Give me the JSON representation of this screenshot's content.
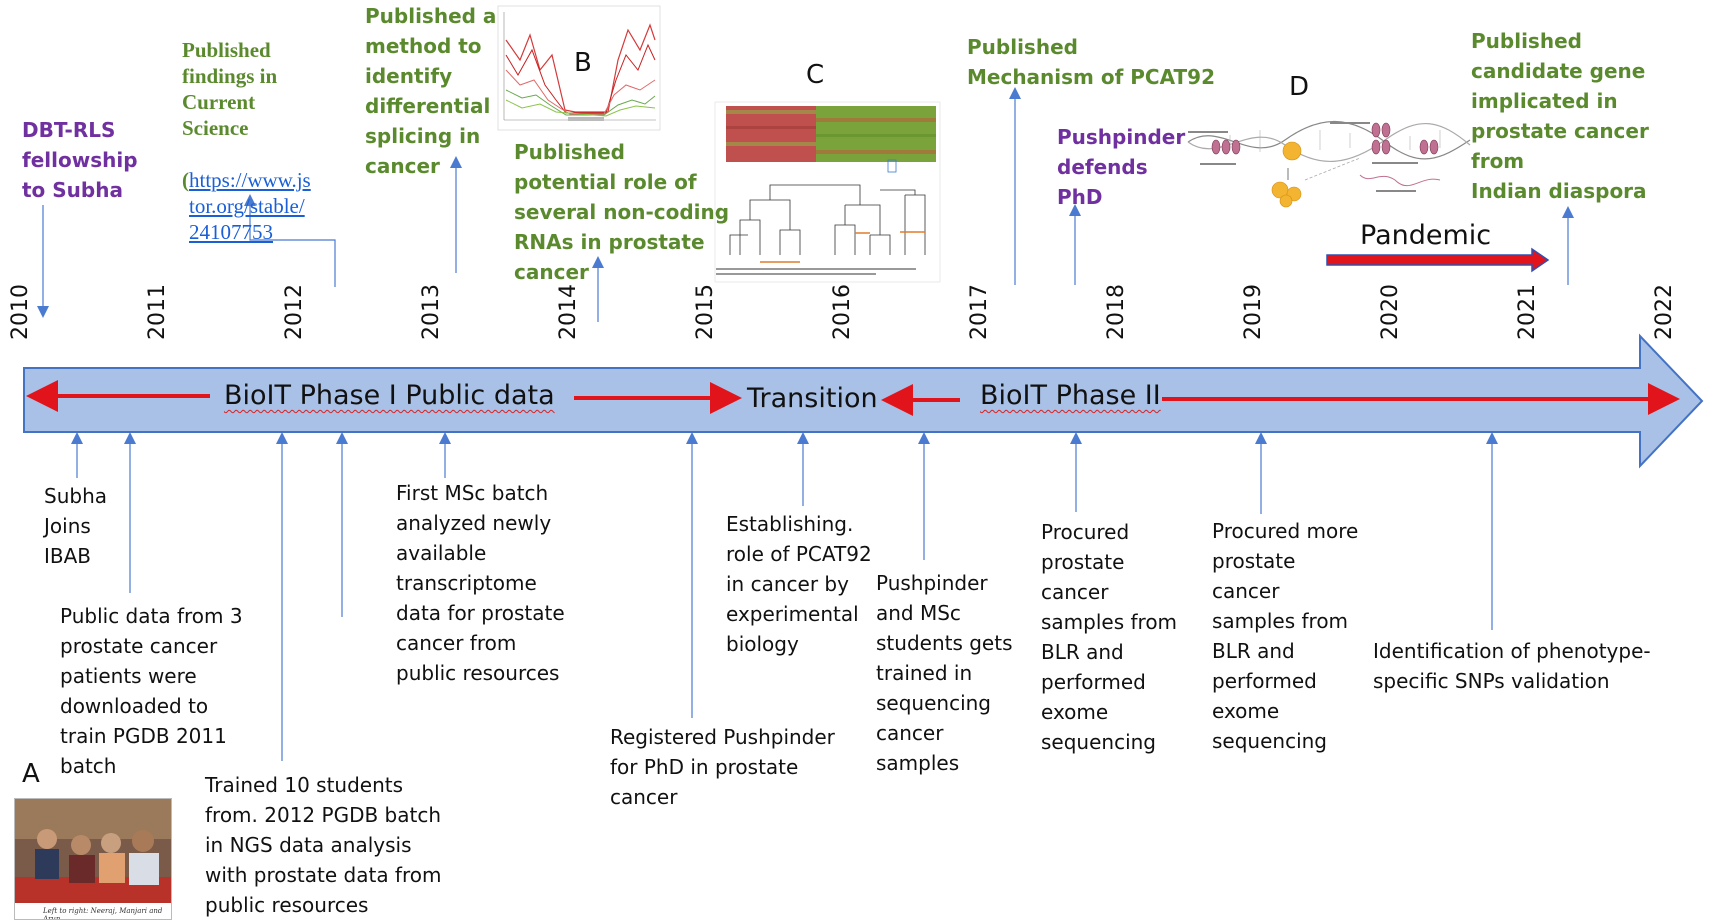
{
  "years": [
    "2010",
    "2011",
    "2012",
    "2013",
    "2014",
    "2015",
    "2016",
    "2017",
    "2018",
    "2019",
    "2020",
    "2021",
    "2022"
  ],
  "timeline": {
    "phase1": "BioIT Phase I  Public data",
    "transition": "Transition",
    "phase2": "BioIT Phase II",
    "pandemic": "Pandemic"
  },
  "panels": {
    "a": "A",
    "b": "B",
    "c": "C",
    "d": "D"
  },
  "top_events": {
    "dbt_rls": "DBT-RLS\nfellowship\nto Subha",
    "current_science": "Published\nfindings in\nCurrent\nScience",
    "current_science_link_prefix": "(",
    "current_science_link": "https://www.jstor.org/stable/24107753",
    "splicing_method": "Published a\nmethod to\nidentify\ndifferential\nsplicing in\ncancer",
    "noncoding_rnas": "Published\npotential role of\nseveral non-coding\nRNAs in prostate\ncancer",
    "pcat92_mechanism": "Published\nMechanism of PCAT92",
    "pushpinder_phd": "Pushpinder\ndefends\nPhD",
    "candidate_gene": "Published\ncandidate gene\nimplicated in\nprostate cancer\nfrom\nIndian diaspora"
  },
  "bottom_events": {
    "subha_joins": "Subha\nJoins\nIBAB",
    "public_data": "Public data from 3\nprostate cancer\npatients were\ndownloaded to\ntrain PGDB 2011\nbatch",
    "trained_students": "Trained 10 students\nfrom. 2012 PGDB batch\nin NGS data analysis\nwith prostate data from\npublic resources",
    "msc_batch": "First MSc batch\nanalyzed newly\navailable\ntranscriptome\ndata for prostate\ncancer from\npublic resources",
    "registered": "Registered Pushpinder\nfor PhD in prostate\ncancer",
    "establishing": "Establishing.\nrole of PCAT92\nin cancer by\nexperimental\nbiology",
    "pushpinder_msc": "Pushpinder\nand MSc\nstudents gets\ntrained in\nsequencing\ncancer\nsamples",
    "procured1": "Procured\nprostate\ncancer\nsamples from\nBLR  and\nperformed\nexome\nsequencing",
    "procured2": "Procured more\nprostate\ncancer\nsamples from\nBLR  and\nperformed\nexome\nsequencing",
    "snps": "Identification of phenotype-\nspecific SNPs validation"
  },
  "photo_caption": "Left to right: Neeraj, Manjari and Arun",
  "colors": {
    "arrow_fill": "#a9c1e6",
    "arrow_stroke": "#4472c4",
    "red": "#e2141b",
    "green_text": "#5b8a2e",
    "purple_text": "#7030a0",
    "connector": "#4a7bd0"
  }
}
